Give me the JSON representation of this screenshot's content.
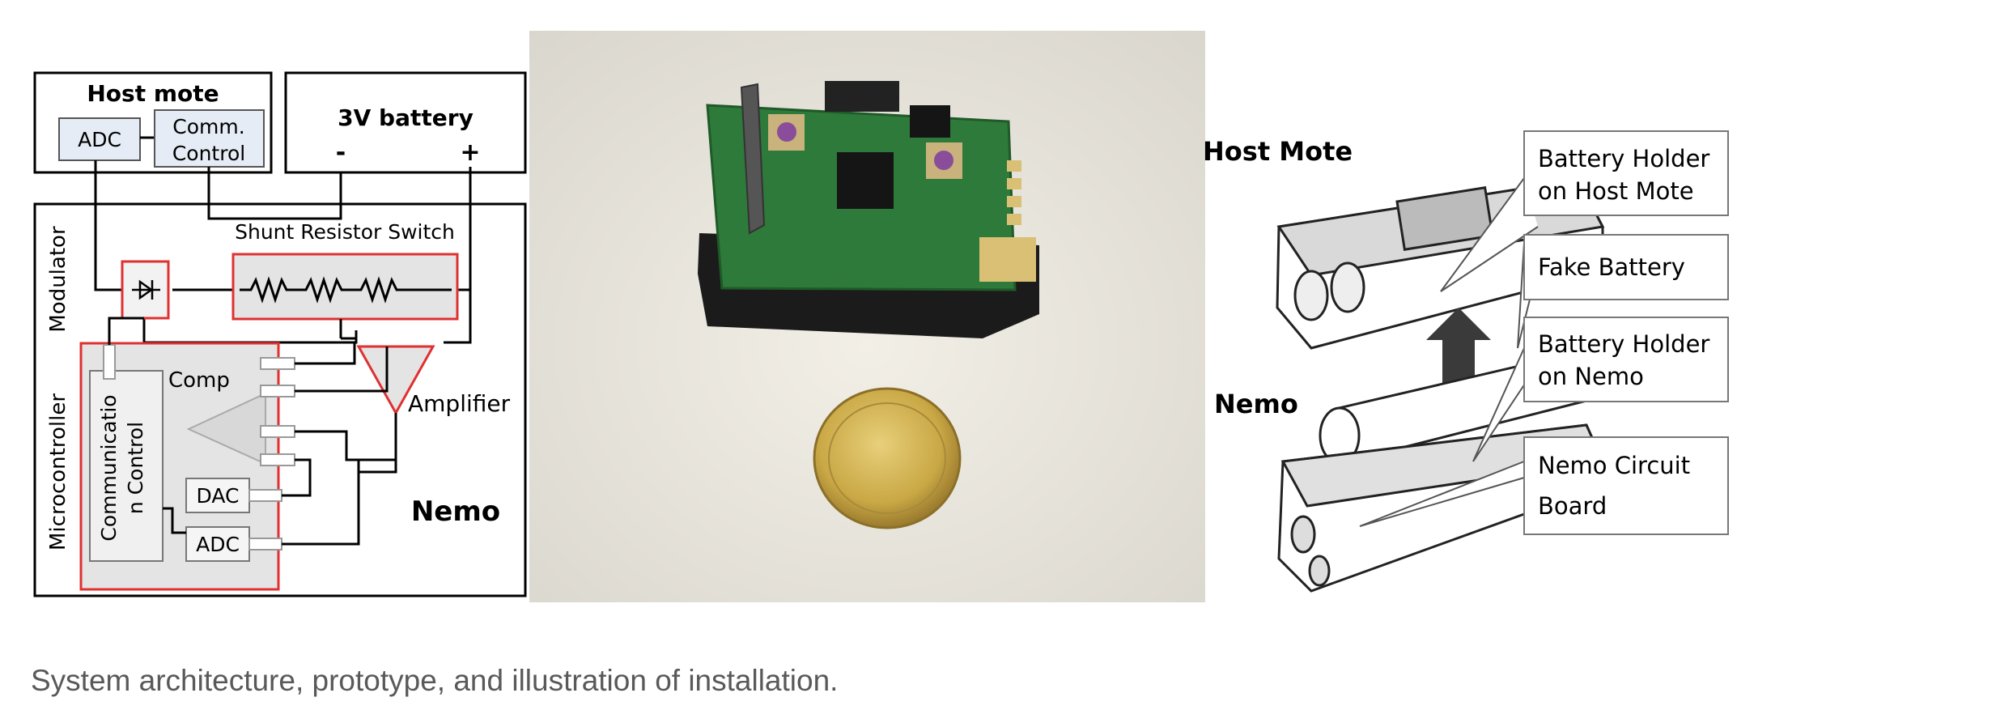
{
  "architecture": {
    "host_mote": "Host mote",
    "adc_host": "ADC",
    "comm_control_line1": "Comm.",
    "comm_control_line2": "Control",
    "battery": "3V battery",
    "battery_minus": "-",
    "battery_plus": "+",
    "modulator": "Modulator",
    "shunt_resistor_switch": "Shunt Resistor Switch",
    "microcontroller": "Microcontroller",
    "communication_control_line1": "Communicatio",
    "communication_control_line2": "n Control",
    "comp": "Comp",
    "dac": "DAC",
    "adc_mcu": "ADC",
    "amplifier": "Amplifier",
    "nemo": "Nemo"
  },
  "installation": {
    "host_mote": "Host Mote",
    "nemo": "Nemo",
    "callouts": [
      {
        "line1": "Battery Holder",
        "line2": "on Host Mote"
      },
      {
        "line1": "Fake Battery",
        "line2": ""
      },
      {
        "line1": "Battery Holder",
        "line2": "on Nemo"
      },
      {
        "line1": "Nemo Circuit",
        "line2": "Board"
      }
    ]
  },
  "caption": "System architecture, prototype, and illustration of installation.",
  "colors": {
    "highlight_red": "#e03030",
    "block_fill": "#e4e4e4",
    "pcb_green": "#2e7a3a",
    "coin_gold": "#c9a845"
  }
}
